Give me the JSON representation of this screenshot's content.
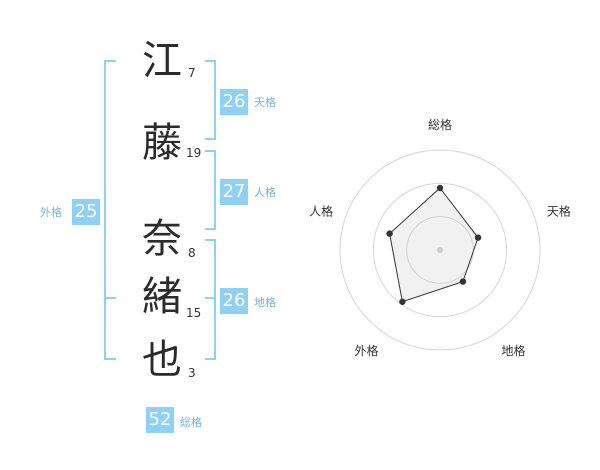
{
  "name": {
    "chars": [
      {
        "char": "江",
        "strokes": "7"
      },
      {
        "char": "藤",
        "strokes": "19"
      },
      {
        "char": "奈",
        "strokes": "8"
      },
      {
        "char": "緒",
        "strokes": "15"
      },
      {
        "char": "也",
        "strokes": "3"
      }
    ]
  },
  "kakusu": {
    "tenkaku": {
      "value": "26",
      "label": "天格"
    },
    "jinkaku": {
      "value": "27",
      "label": "人格"
    },
    "chikaku": {
      "value": "26",
      "label": "地格"
    },
    "gaikaku": {
      "value": "25",
      "label": "外格"
    },
    "soukaku": {
      "value": "52",
      "label": "総格"
    }
  },
  "colors": {
    "accent": "#8fd0f7",
    "bracket": "#8fd0f7",
    "label": "#6cb6e8"
  },
  "chart_data": {
    "type": "radar",
    "axes": [
      "総格",
      "天格",
      "地格",
      "外格",
      "人格"
    ],
    "values": [
      0.62,
      0.4,
      0.39,
      0.64,
      0.53
    ],
    "rings": 3,
    "range": [
      0,
      1
    ]
  }
}
